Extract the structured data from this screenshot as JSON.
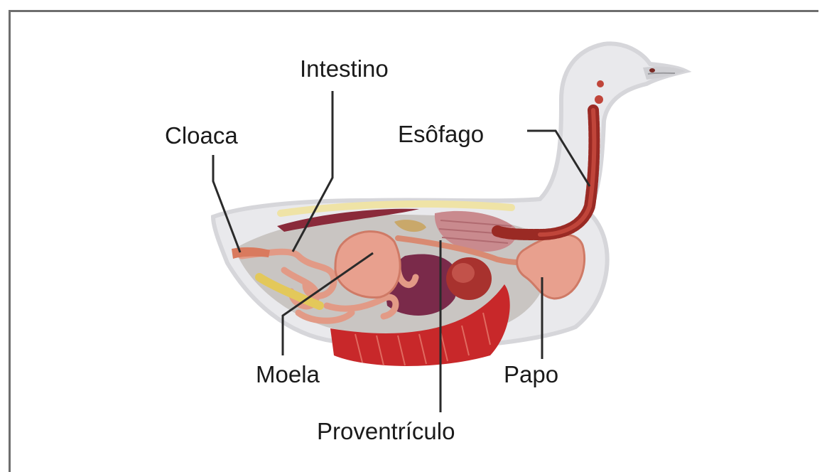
{
  "labels": {
    "intestino": "Intestino",
    "cloaca": "Cloaca",
    "esofago": "Esôfago",
    "moela": "Moela",
    "papo": "Papo",
    "proventriculo": "Proventrículo"
  },
  "colors": {
    "frame": "#6e6e6e",
    "body_outline": "#d9d9dc",
    "body_fill": "#e9e9ec",
    "cavity": "#c9c5c2",
    "organ_salmon": "#e8a08e",
    "organ_salmon_dark": "#cf7a66",
    "muscle_red": "#c8282a",
    "esophagus_dark": "#9a2a24",
    "liver_purple": "#7a2a4a",
    "fat_yellow": "#efe3a6",
    "leader_line": "#2a2a2a"
  }
}
